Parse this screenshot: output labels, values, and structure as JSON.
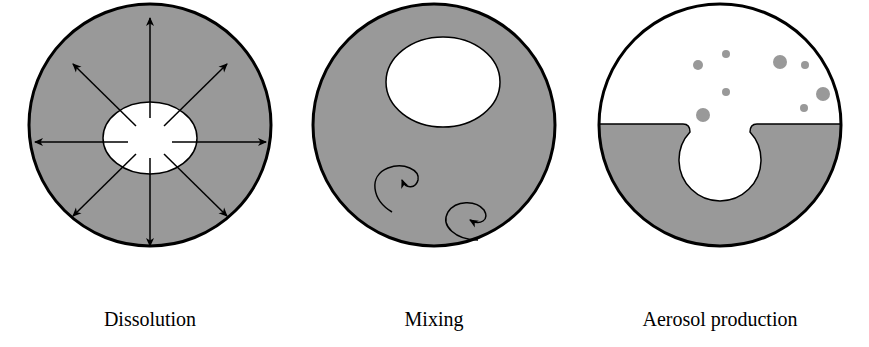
{
  "diagram": {
    "labels": [
      "Dissolution",
      "Mixing",
      "Aerosol production"
    ]
  }
}
